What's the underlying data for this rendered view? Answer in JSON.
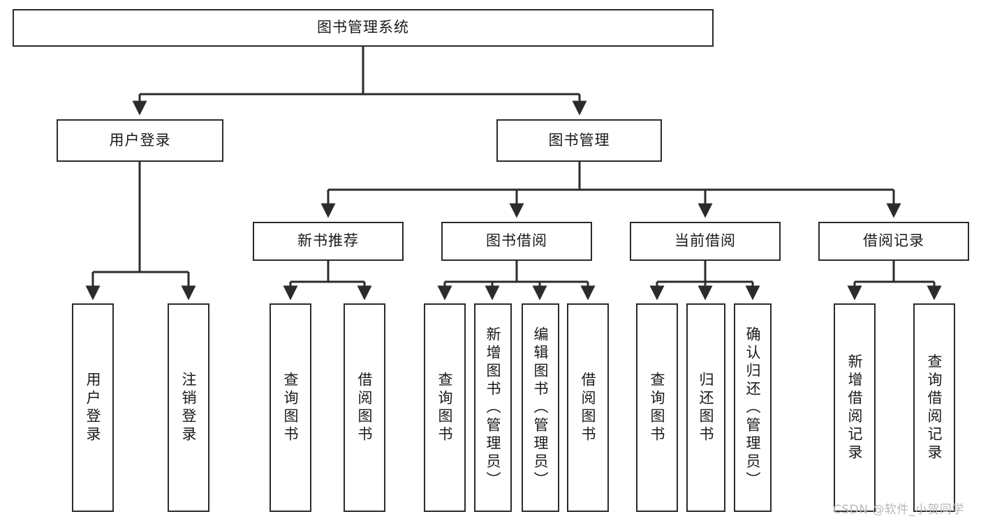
{
  "diagram": {
    "title": "图书管理系统",
    "watermark": "CSDN @软件_小贺同学",
    "colors": {
      "background": "#ffffff",
      "node_border": "#2b2b2b",
      "node_fill": "#ffffff",
      "edge": "#2b2b2b",
      "text": "#1a1a1a",
      "watermark": "#b9b9b9"
    },
    "levels": {
      "root": "图书管理系统",
      "level2": [
        "用户登录",
        "图书管理"
      ],
      "level3": [
        "新书推荐",
        "图书借阅",
        "当前借阅",
        "借阅记录"
      ],
      "level4": [
        "用户登录",
        "注销登录",
        "查询图书",
        "借阅图书",
        "查询图书",
        "新增图书（管理员）",
        "编辑图书（管理员）",
        "借阅图书",
        "查询图书",
        "归还图书",
        "确认归还（管理员）",
        "新增借阅记录",
        "查询借阅记录"
      ]
    },
    "nodes": {
      "root": {
        "label": "图书管理系统"
      },
      "user_login": {
        "label": "用户登录"
      },
      "book_manage": {
        "label": "图书管理"
      },
      "new_book_rec": {
        "label": "新书推荐"
      },
      "book_borrow": {
        "label": "图书借阅"
      },
      "current_borrow": {
        "label": "当前借阅"
      },
      "borrow_record": {
        "label": "借阅记录"
      },
      "leaf_user_login": {
        "label": "用户登录"
      },
      "leaf_logout": {
        "label": "注销登录"
      },
      "leaf_query_book_1": {
        "label": "查询图书"
      },
      "leaf_borrow_book_1": {
        "label": "借阅图书"
      },
      "leaf_query_book_2": {
        "label": "查询图书"
      },
      "leaf_add_book": {
        "label": "新增图书（管理员）"
      },
      "leaf_edit_book": {
        "label": "编辑图书（管理员）"
      },
      "leaf_borrow_book_2": {
        "label": "借阅图书"
      },
      "leaf_query_book_3": {
        "label": "查询图书"
      },
      "leaf_return_book": {
        "label": "归还图书"
      },
      "leaf_confirm_return": {
        "label": "确认归还（管理员）"
      },
      "leaf_add_record": {
        "label": "新增借阅记录"
      },
      "leaf_query_record": {
        "label": "查询借阅记录"
      }
    }
  }
}
